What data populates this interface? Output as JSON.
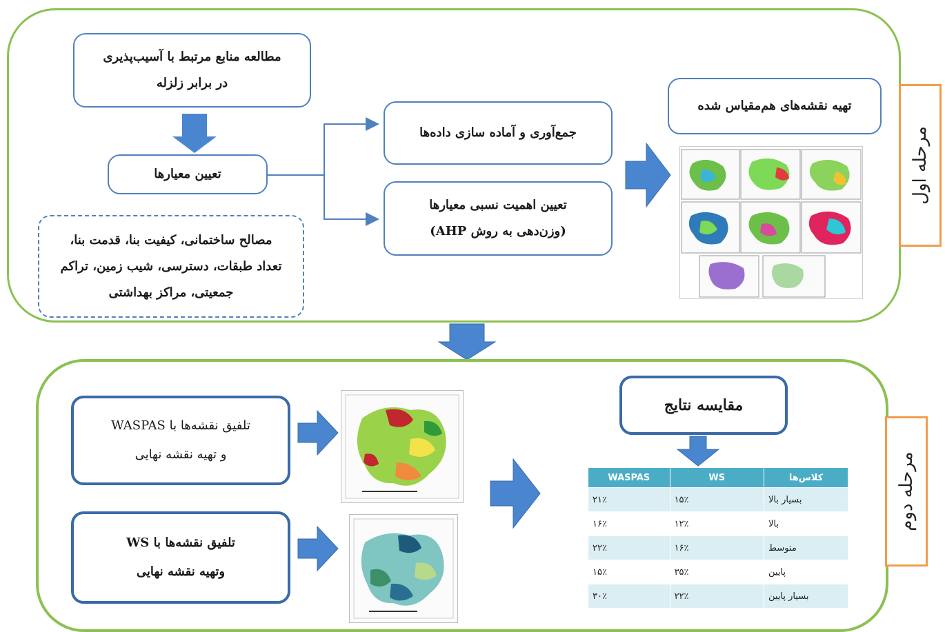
{
  "stage1": {
    "label": "مرحله اول",
    "literature_box": [
      "مطالعه منابع مرتبط با آسیب‌پذیری",
      "در برابر زلزله"
    ],
    "criteria_box": "تعیین معیارها",
    "criteria_list": [
      "مصالح ساختمانی، کیفیت بنا، قدمت بنا،",
      "تعداد طبقات، دسترسی، شیب زمین، تراکم",
      "جمعیتی، مراکز بهداشتی"
    ],
    "data_prep_box": "جمع‌آوری و آماده سازی داده‌ها",
    "ahp_box": [
      "تعیین اهمیت نسبی معیارها",
      "(وزن‌دهی به روش AHP)"
    ],
    "maps_box": "تهیه نقشه‌های هم‌مقیاس شده"
  },
  "stage2": {
    "label": "مرحله دوم",
    "waspas_box": [
      "تلفیق نقشه‌ها با WASPAS",
      "و تهیه نقشه نهایی"
    ],
    "ws_box": [
      "تلفیق نقشه‌ها با WS",
      "وتهیه نقشه نهایی"
    ],
    "compare_box": "مقایسه نتایج",
    "table": {
      "headers": [
        "WASPAS",
        "WS",
        "کلاس‌ها"
      ],
      "rows": [
        [
          "۲۱٪",
          "۱۵٪",
          "بسیار بالا"
        ],
        [
          "۱۶٪",
          "۱۲٪",
          "بالا"
        ],
        [
          "۲۲٪",
          "۱۶٪",
          "متوسط"
        ],
        [
          "۱۵٪",
          "۳۵٪",
          "پایین"
        ],
        [
          "۳۰٪",
          "۲۲٪",
          "بسیار پایین"
        ]
      ]
    }
  },
  "colors": {
    "panel_border": "#8cc152",
    "box_border": "#4f81bd",
    "arrow": "#4a86cf",
    "stage_border": "#f39c4b",
    "table_header": "#4bacc6",
    "table_band": "#dbeef4"
  }
}
